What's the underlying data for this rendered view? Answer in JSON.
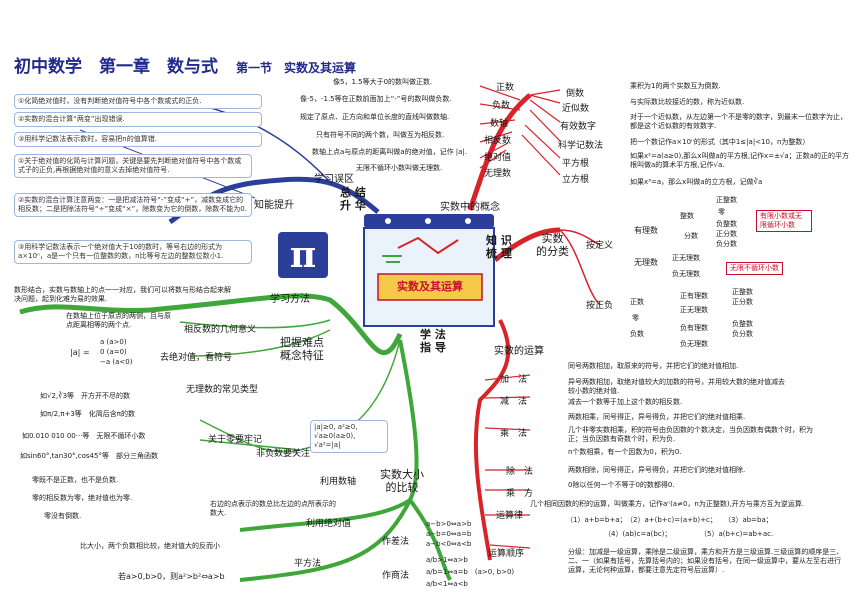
{
  "title": {
    "main": "初中数学　第一章　数与式",
    "section": "第一节　实数及其运算"
  },
  "center": {
    "banner": "实数及其运算"
  },
  "branches": {
    "summary": "总 结\n升 华",
    "concept": "实数中的概念",
    "knowledge": "知 识\n梳 理",
    "method": "学 法\n指 导",
    "operation": "实数的运算",
    "mistakes": "学习误区",
    "skills": "知能提升",
    "study_method": "学习方法",
    "difficulty": "把握难点\n概念特征",
    "comparison": "实数大小\n的比较",
    "classification": "实数\n的分类"
  },
  "concept_items": [
    {
      "label": "正数",
      "desc": "像5，1.5等大于0的数叫做正数."
    },
    {
      "label": "负数",
      "desc": "像-5，-1.5等在正数前面加上“-”号的数叫做负数."
    },
    {
      "label": "数轴",
      "desc": "规定了原点、正方向和单位长度的直线叫做数轴."
    },
    {
      "label": "相反数",
      "desc": "只有符号不同的两个数，叫做互为相反数."
    },
    {
      "label": "绝对值",
      "desc": "数轴上点a与原点的距离叫做a的绝对值，记作 |a|."
    },
    {
      "label": "无理数",
      "desc": "无限不循环小数叫做无理数."
    }
  ],
  "concept_right": [
    {
      "label": "倒数",
      "desc": "乘积为1的两个实数互为倒数."
    },
    {
      "label": "近似数",
      "desc": "与实际数比较接近的数，称为近似数."
    },
    {
      "label": "有效数字",
      "desc": "对于一个近似数，从左边第一个不是零的数字，到最末一位数字为止，都是这个近似数的有效数字."
    },
    {
      "label": "科学记数法",
      "desc": "把一个数记作a×10ⁿ的形式（其中1≤|a|<10，n为整数）"
    },
    {
      "label": "平方根",
      "desc": "如果x²=a(a≥0),那么x叫做a的平方根,记作x=±√a；正数a的正的平方根叫做a的算术平方根,记作√a."
    },
    {
      "label": "立方根",
      "desc": "如果x³=a，那么x叫做a的立方根，记做∛a"
    }
  ],
  "mistakes": [
    "①化简绝对值时，没有判断绝对值符号中各个数或式的正负.",
    "②实数的混合计算“两变”出现错误.",
    "③用科学记数法表示数时，容易把n的值算错.",
    "①关于绝对值的化简与计算问题，关键是要先判断绝对值符号中各个数或式子的正负,再根据绝对值的意义去掉绝对值符号.",
    "②实数的混合计算注意两变：一是把减法符号“-”变成“+”，减数变成它的相反数；二是把除法符号“÷”变成“×”，除数变为它的倒数，除数不能为0.",
    "③用科学记数法表示一个绝对值大于10的数时，等号右边的形式为a×10ⁿ，a是一个只有一位整数的数，n比等号左边的整数位数小1."
  ],
  "study_method_text": "数形结合，实数与数轴上的点一一对应，我们可以将数与形结合起来解决问题，起到化难为易的效果.",
  "difficulty_items": [
    {
      "label": "相反数的几何意义",
      "desc": "在数轴上位于原点的两侧，且与原点距离相等的两个点."
    },
    {
      "label": "去绝对值，看符号",
      "formula": [
        "a (a>0)",
        "0 (a=0)",
        "−a (a<0)"
      ],
      "prefix": "|a| ="
    },
    {
      "label": "无理数的常见类型",
      "items": [
        "如√2,∛3等　开方开不尽的数",
        "如π/2,π+3等　化简后含π的数",
        "如0.010 010 00···等　无限不循环小数",
        "如sin60°,tan30°,cos45°等　部分三角函数"
      ]
    },
    {
      "label": "关于零要牢记",
      "items": [
        "零既不是正数，也不是负数.",
        "零的相反数为零，绝对值也为零.",
        "零没有倒数."
      ]
    },
    {
      "label": "非负数要关注",
      "formula": [
        "|a|≥0, a²≥0,",
        "√a≥0(a≥0), √a²=|a|"
      ]
    }
  ],
  "comparison_items": [
    {
      "label": "利用数轴",
      "desc": "右边的点表示的数总比左边的点所表示的数大."
    },
    {
      "label": "利用绝对值",
      "desc": "比大小，两个负数相比较，绝对值大的反而小"
    },
    {
      "label": "平方法",
      "desc": "若a>0,b>0，则a²>b²⇔a>b"
    },
    {
      "label": "作差法",
      "formulas": [
        "a−b>0⇔a>b",
        "a−b=0⇔a=b",
        "a−b<0⇔a<b"
      ]
    },
    {
      "label": "作商法",
      "formulas": [
        "a/b>1⇔a>b",
        "a/b=1⇔a=b　(a>0, b>0)",
        "a/b<1⇔a<b"
      ]
    }
  ],
  "classification": {
    "by_definition": "按定义",
    "by_sign": "按正负",
    "rational": "有理数",
    "irrational": "无理数",
    "integer": "整数",
    "fraction": "分数",
    "positive_integer": "正整数",
    "zero": "零",
    "negative_integer": "负整数",
    "positive_fraction": "正分数",
    "negative_fraction": "负分数",
    "finite_decimal": "有限小数或无限循环小数",
    "pos_irrational": "正无理数",
    "neg_irrational": "负无理数",
    "nonrepeat": "无限不循环小数",
    "positive_number": "正数",
    "negative_number": "负数",
    "zero2": "零",
    "pos_rational": "正有理数",
    "pos_irrational2": "正无理数",
    "neg_rational": "负有理数",
    "neg_irrational2": "负无理数",
    "sub_int_pos": "正整数",
    "sub_frac_pos": "正分数",
    "sub_int_neg": "负整数",
    "sub_frac_neg": "负分数"
  },
  "operations": [
    {
      "label": "加　法",
      "descs": [
        "同号两数相加，取原来的符号，并把它们的绝对值相加.",
        "异号两数相加，取绝对值较大的加数的符号，并用较大数的绝对值减去较小数的绝对值."
      ]
    },
    {
      "label": "减　法",
      "descs": [
        "减去一个数等于加上这个数的相反数."
      ]
    },
    {
      "label": "乘　法",
      "descs": [
        "两数相乘，同号得正，异号得负，并把它们的绝对值相乘.",
        "几个非零实数相乘，积的符号由负因数的个数决定，当负因数有偶数个时，积为正；当负因数有奇数个时，积为负.",
        "n个数相乘，有一个因数为0，积为0."
      ]
    },
    {
      "label": "除　法",
      "descs": [
        "两数相除，同号得正，异号得负，并把它们的绝对值相除.",
        "0除以任何一个不等于0的数都得0."
      ]
    },
    {
      "label": "乘　方",
      "descs": [
        "几个相同因数的积的运算，叫做乘方，记作aⁿ(a≠0，n为正整数),开方与乘方互为逆运算."
      ]
    },
    {
      "label": "运算律",
      "descs": [
        "（1）a+b=b+a；",
        "（2）a+(b+c)=(a+b)+c；",
        "（3）ab=ba；",
        "（4）(ab)c=a(bc)；",
        "（5）a(b+c)=ab+ac."
      ]
    },
    {
      "label": "运算顺序",
      "descs": [
        "分级：加减是一级运算，乘除是二级运算，乘方和开方是三级运算.三级运算的顺序是三、二、一（如果有括号，先算括号内的；如果没有括号，在同一级运算中，要从左至右进行运算，无论何种运算，都要注意先定符号后运算）."
      ]
    }
  ],
  "colors": {
    "concept": "#d8232a",
    "method": "#3fa63a",
    "summary": "#2a3e9a",
    "operation": "#d8232a",
    "title": "#222a8c"
  }
}
